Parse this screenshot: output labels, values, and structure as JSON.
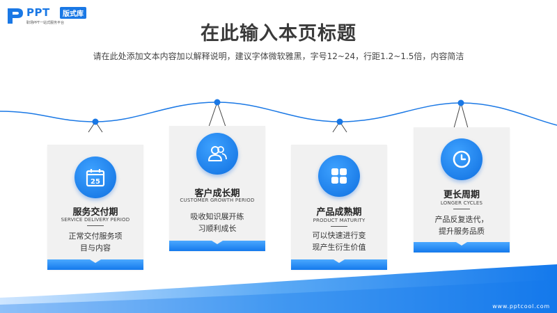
{
  "logo": {
    "brand": "PPT",
    "badge": "版式库",
    "tagline": "职场PPT一站式服务平台"
  },
  "header": {
    "title": "在此输入本页标题",
    "subtitle": "请在此处添加文本内容加以解释说明，建议字体微软雅黑，字号12~24，行距1.2~1.5倍，内容简洁"
  },
  "cards": [
    {
      "icon": "calendar-icon",
      "icon_text": "25",
      "title": "服务交付期",
      "en": "SERVICE DELIVERY PERIOD",
      "desc_line1": "正常交付服务项",
      "desc_line2": "目与内容"
    },
    {
      "icon": "users-icon",
      "title": "客户成长期",
      "en": "CUSTOMER GROWTH PERIOD",
      "desc_line1": "吸收知识展开练",
      "desc_line2": "习顺利成长"
    },
    {
      "icon": "grid-icon",
      "title": "产品成熟期",
      "en": "PRODUCT MATURITY",
      "desc_line1": "可以快速进行变",
      "desc_line2": "现产生衍生价值"
    },
    {
      "icon": "clock-icon",
      "title": "更长周期",
      "en": "LONGER CYCLES",
      "desc_line1": "产品反复迭代，",
      "desc_line2": "提升服务品质"
    }
  ],
  "footer": {
    "url": "www.pptcool.com"
  },
  "colors": {
    "accent": "#1479ec",
    "accent_light": "#4aa8ff",
    "card_bg": "#f1f1f1",
    "title": "#3a3a3a"
  }
}
